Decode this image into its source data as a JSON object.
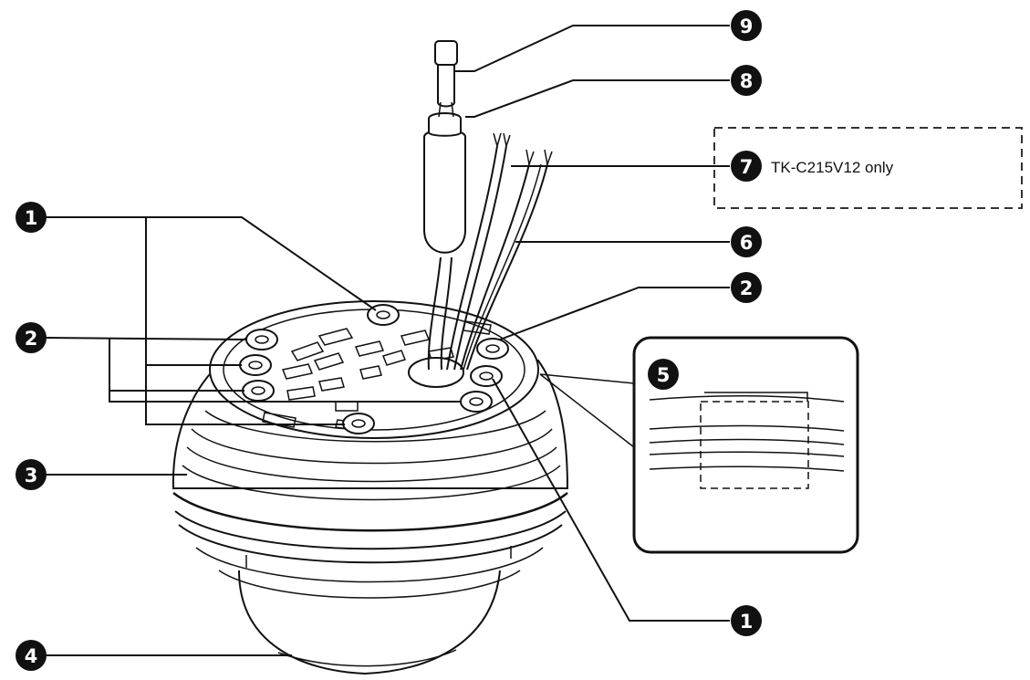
{
  "callouts": [
    {
      "id": "c1a",
      "label": "1"
    },
    {
      "id": "c1b",
      "label": "1"
    },
    {
      "id": "c2a",
      "label": "2"
    },
    {
      "id": "c2b",
      "label": "2"
    },
    {
      "id": "c3",
      "label": "3"
    },
    {
      "id": "c4",
      "label": "4"
    },
    {
      "id": "c5",
      "label": "5"
    },
    {
      "id": "c6",
      "label": "6"
    },
    {
      "id": "c7",
      "label": "7"
    },
    {
      "id": "c8",
      "label": "8"
    },
    {
      "id": "c9",
      "label": "9"
    }
  ],
  "note": {
    "text": "TK-C215V12 only"
  },
  "colors": {
    "ink": "#111111",
    "paper": "#ffffff"
  }
}
